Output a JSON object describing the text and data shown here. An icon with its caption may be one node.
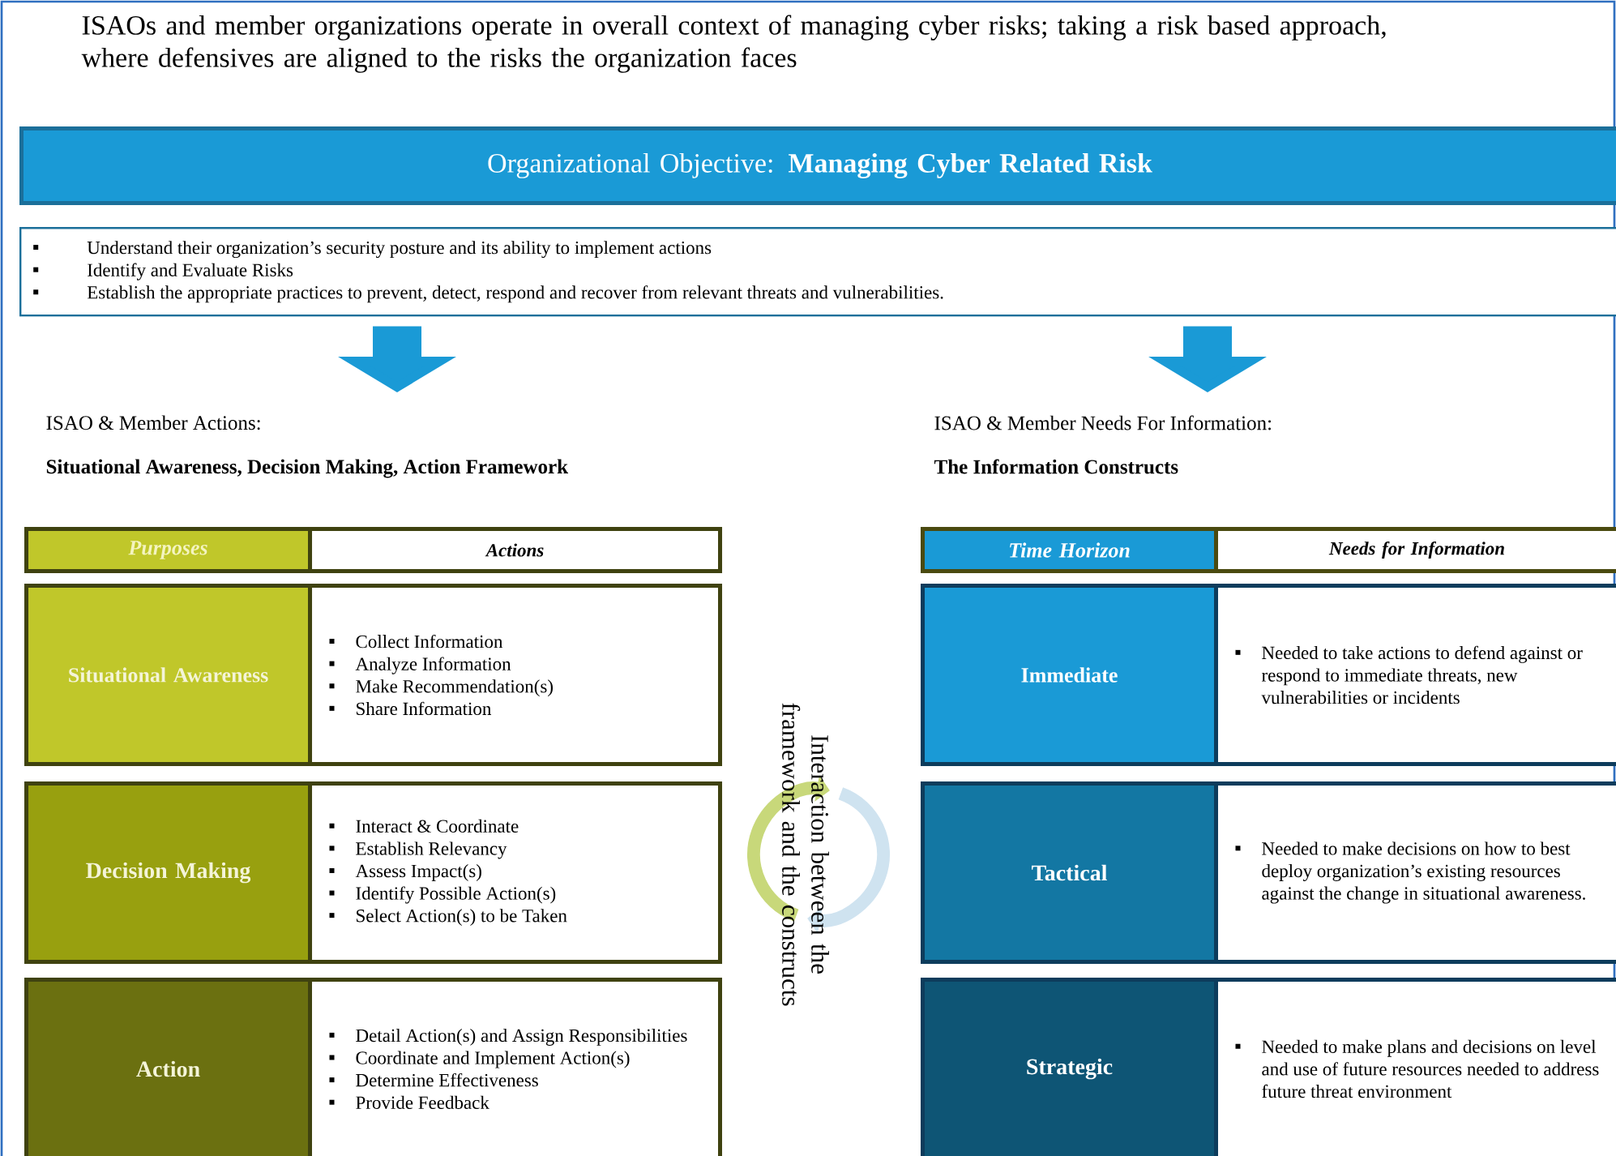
{
  "diagram": {
    "title": "ISAOs and member organizations operate in overall context of managing cyber risks; taking a risk based approach, where defensives are aligned to the risks the organization faces",
    "nodes": [
      {
        "text": [
          "Organizational Objective: **Managing Cyber Related Risk**"
        ]
      },
      {
        "text": [
          "Understand their organization’s security posture and its ability to implement actions",
          "Identify and Evaluate Risks",
          "Establish the appropriate practices to prevent, detect, respond and recover from relevant threats and vulnerabilities."
        ]
      },
      {
        "text": [
          "ISAO & Member Actions:",
          "Situational Awareness, Decision Making, Action Framework"
        ]
      },
      {
        "text": [
          "ISAO & Member Needs For Information:",
          "The Information Constructs"
        ]
      },
      {
        "text": [
          "Purposes"
        ]
      },
      {
        "text": [
          "Actions"
        ]
      },
      {
        "text": [
          "Situational Awareness"
        ]
      },
      {
        "text": [
          "Collect Information",
          "Analyze Information",
          "Make Recommendation(s)",
          "Share Information"
        ]
      },
      {
        "text": [
          "Decision Making"
        ]
      },
      {
        "text": [
          "Interact & Coordinate",
          "Establish Relevancy",
          "Assess Impact(s)",
          "Identify Possible Action(s)",
          "Select Action(s) to be Taken"
        ]
      },
      {
        "text": [
          "Action"
        ]
      },
      {
        "text": [
          "Detail Action(s) and Assign Responsibilities",
          "Coordinate and Implement Action(s)",
          "Determine Effectiveness",
          "Provide Feedback"
        ]
      },
      {
        "text": [
          "Time Horizon"
        ]
      },
      {
        "text": [
          "Needs for Information"
        ]
      },
      {
        "text": [
          "Immediate"
        ]
      },
      {
        "text": [
          "Needed to take actions to defend against or respond to immediate threats, new vulnerabilities or incidents"
        ]
      },
      {
        "text": [
          "Tactical"
        ]
      },
      {
        "text": [
          "Needed to make decisions on how to best deploy organization’s existing resources against the change in situational awareness."
        ]
      },
      {
        "text": [
          "Strategic"
        ]
      },
      {
        "text": [
          "Needed to make plans and decisions on level and use of future resources needed to address future threat environment"
        ]
      }
    ],
    "edges": [
      {
        "from": 1,
        "to": 2,
        "arrow": "to"
      },
      {
        "from": 1,
        "to": 3,
        "arrow": "to"
      }
    ],
    "labels": [
      "Interaction between the framework and the constructs"
    ]
  }
}
